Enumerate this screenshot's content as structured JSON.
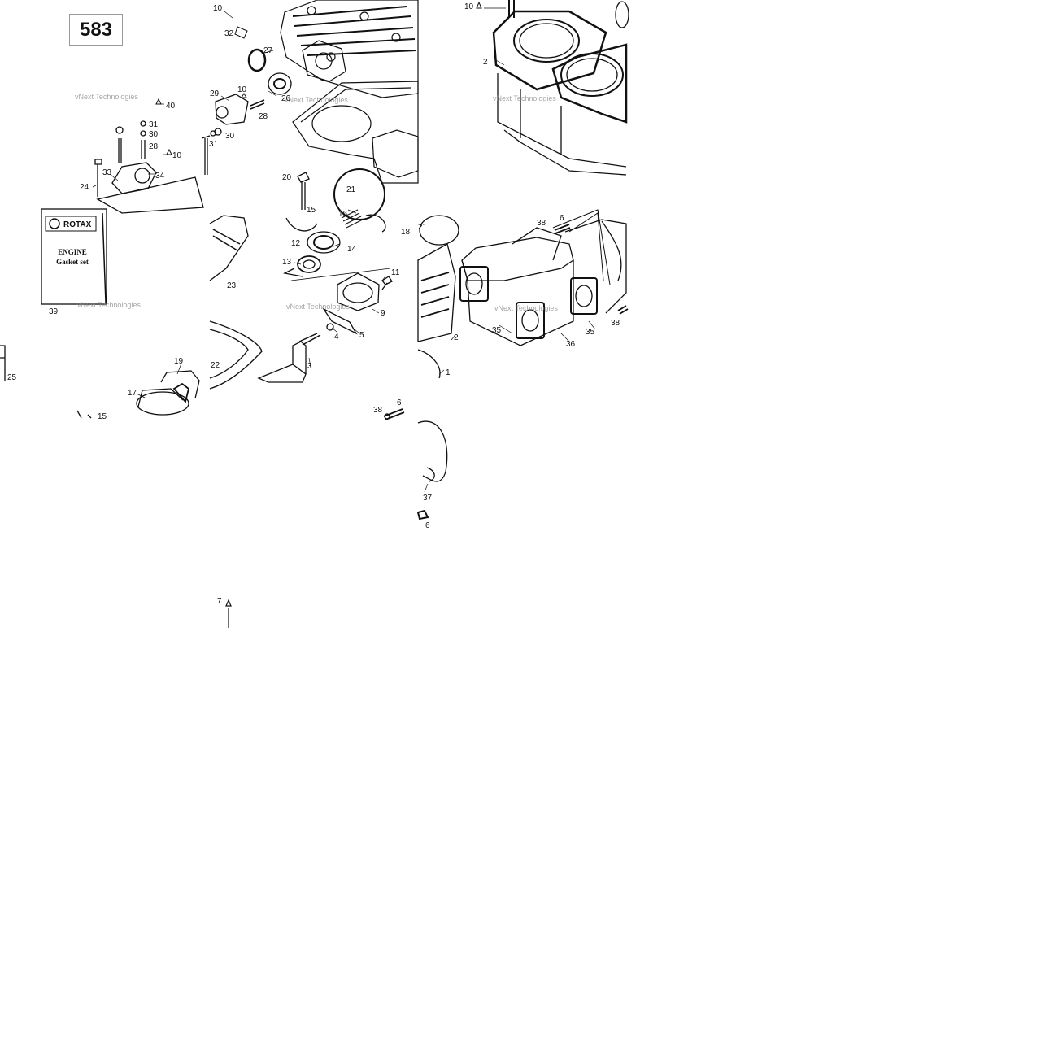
{
  "badge": {
    "text": "583"
  },
  "book": {
    "brand": "ROTAX",
    "line1": "ENGINE",
    "line2": "Gasket set"
  },
  "watermark": "vNext Technologies",
  "callouts": [
    {
      "text": "10"
    },
    {
      "text": "32"
    },
    {
      "text": "27"
    },
    {
      "text": "29"
    },
    {
      "text": "10"
    },
    {
      "text": "26"
    },
    {
      "text": "28"
    },
    {
      "text": "30"
    },
    {
      "text": "31"
    },
    {
      "text": "40"
    },
    {
      "text": "31"
    },
    {
      "text": "30"
    },
    {
      "text": "28"
    },
    {
      "text": "10"
    },
    {
      "text": "33"
    },
    {
      "text": "34"
    },
    {
      "text": "24"
    },
    {
      "text": "39"
    },
    {
      "text": "25"
    },
    {
      "text": "19"
    },
    {
      "text": "17"
    },
    {
      "text": "15"
    },
    {
      "text": "20"
    },
    {
      "text": "21"
    },
    {
      "text": "15"
    },
    {
      "text": "16"
    },
    {
      "text": "18"
    },
    {
      "text": "12"
    },
    {
      "text": "14"
    },
    {
      "text": "13"
    },
    {
      "text": "11"
    },
    {
      "text": "23"
    },
    {
      "text": "9"
    },
    {
      "text": "4"
    },
    {
      "text": "5"
    },
    {
      "text": "22"
    },
    {
      "text": "3"
    },
    {
      "text": "38"
    },
    {
      "text": "6"
    },
    {
      "text": "7"
    },
    {
      "text": "10"
    },
    {
      "text": "2"
    },
    {
      "text": "21"
    },
    {
      "text": "38"
    },
    {
      "text": "6"
    },
    {
      "text": "2"
    },
    {
      "text": "1"
    },
    {
      "text": "35"
    },
    {
      "text": "36"
    },
    {
      "text": "35"
    },
    {
      "text": "38"
    },
    {
      "text": "37"
    },
    {
      "text": "6"
    }
  ]
}
